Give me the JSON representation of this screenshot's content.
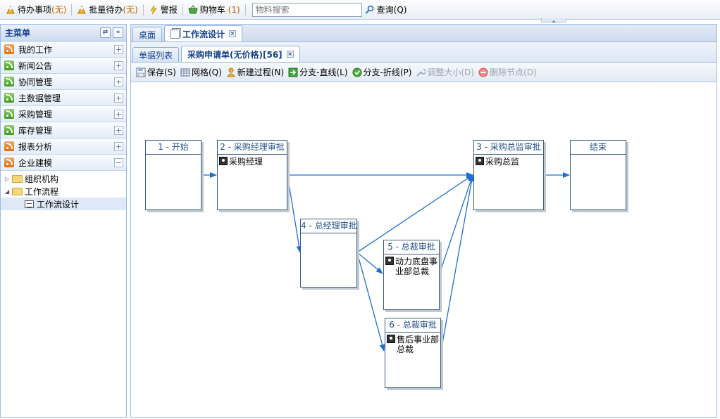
{
  "topbar": {
    "todo_label": "待办事项",
    "todo_count": "(无)",
    "batch_label": "批量待办",
    "batch_count": "(无)",
    "alert_label": "警报",
    "cart_label": "购物车",
    "cart_count": "(1)",
    "search_placeholder": "物料搜索",
    "query_label": "查询(Q)"
  },
  "sidebar": {
    "title": "主菜单",
    "items": [
      {
        "label": "我的工作",
        "icon": "rss-orange-icon"
      },
      {
        "label": "新闻公告",
        "icon": "rss-green-icon"
      },
      {
        "label": "协同管理",
        "icon": "rss-green-icon"
      },
      {
        "label": "主数据管理",
        "icon": "rss-green-icon"
      },
      {
        "label": "采购管理",
        "icon": "rss-green-icon"
      },
      {
        "label": "库存管理",
        "icon": "rss-green-icon"
      },
      {
        "label": "报表分析",
        "icon": "rss-orange-icon"
      },
      {
        "label": "企业建模",
        "icon": "rss-orange-icon"
      }
    ],
    "tree": {
      "org": "组织机构",
      "workflow": "工作流程",
      "workflow_design": "工作流设计"
    }
  },
  "tabs": {
    "desktop": "桌面",
    "workflow_design": "工作流设计"
  },
  "subtabs": {
    "list": "单据列表",
    "doc": "采购申请单(无价格)[56]"
  },
  "toolbar": {
    "save": "保存(S)",
    "grid": "网格(Q)",
    "new_process": "新建过程(N)",
    "branch_straight": "分支-直线(L)",
    "branch_polyline": "分支-折线(P)",
    "resize": "调整大小(D)",
    "delete_node": "删除节点(D)"
  },
  "nodes": {
    "start": {
      "title": "1 - 开始"
    },
    "n2": {
      "title": "2 - 采购经理审批",
      "assignee": "采购经理"
    },
    "n3": {
      "title": "3 - 采购总监审批",
      "assignee": "采购总监"
    },
    "end": {
      "title": "结束"
    },
    "n4": {
      "title": "4 - 总经理审批"
    },
    "n5": {
      "title": "5 - 总裁审批",
      "assignee": "动力底盘事业部总裁"
    },
    "n6": {
      "title": "6 - 总裁审批",
      "assignee": "售后事业部总裁"
    }
  },
  "colors": {
    "edge": "#1c6ed6",
    "node_border": "#3b5c86",
    "header_text": "#15428b"
  }
}
